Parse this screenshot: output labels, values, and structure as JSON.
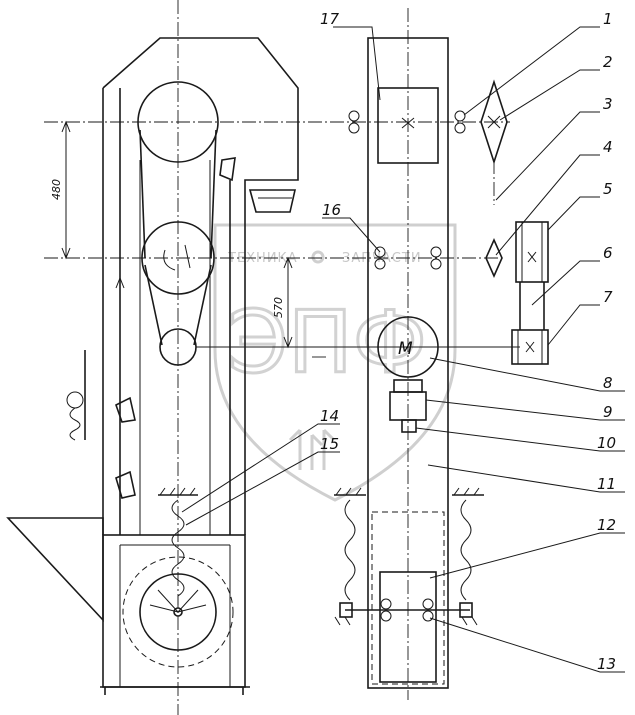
{
  "dimensions": {
    "d480": "480",
    "d570": "570"
  },
  "motor_label": "M",
  "callouts": [
    "1",
    "2",
    "3",
    "4",
    "5",
    "6",
    "7",
    "8",
    "9",
    "10",
    "11",
    "12",
    "13",
    "14",
    "15",
    "16",
    "17"
  ],
  "watermark": {
    "top_text": "ТЕХНИКА",
    "top_text_2": "ЗАПЧАСТИ",
    "big_text": "ЭПФ"
  }
}
